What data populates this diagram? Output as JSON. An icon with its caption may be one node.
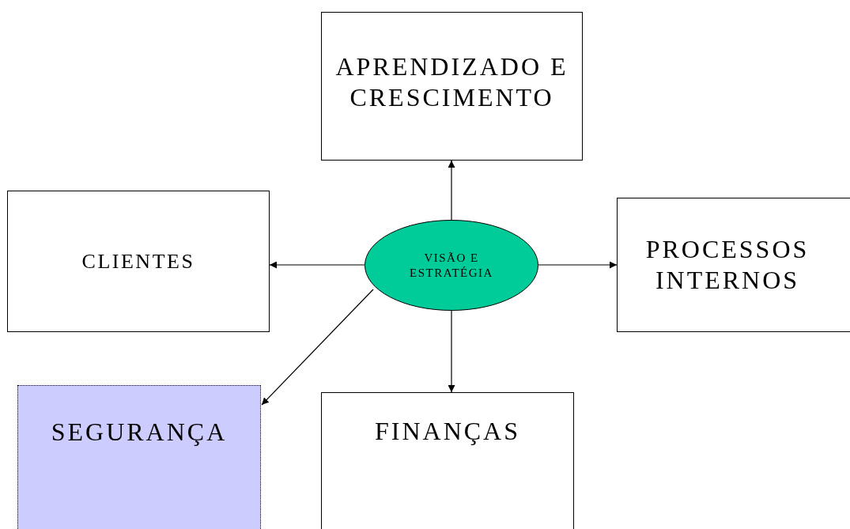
{
  "diagram": {
    "nodes": [
      {
        "text": [
          "APRENDIZADO E CRESCIMENTO"
        ]
      },
      {
        "text": [
          "CLIENTES"
        ]
      },
      {
        "text": [
          "VISÃO E ESTRATÉGIA"
        ]
      },
      {
        "text": [
          "PROCESSOS INTERNOS"
        ]
      },
      {
        "text": [
          "SEGURANÇA"
        ]
      },
      {
        "text": [
          "FINANÇAS"
        ]
      }
    ],
    "edges": [
      {
        "from": 2,
        "to": 0,
        "arrow": "to"
      },
      {
        "from": 2,
        "to": 1,
        "arrow": "to"
      },
      {
        "from": 2,
        "to": 3,
        "arrow": "to"
      },
      {
        "from": 2,
        "to": 4,
        "arrow": "to"
      },
      {
        "from": 2,
        "to": 5,
        "arrow": "to"
      }
    ]
  }
}
